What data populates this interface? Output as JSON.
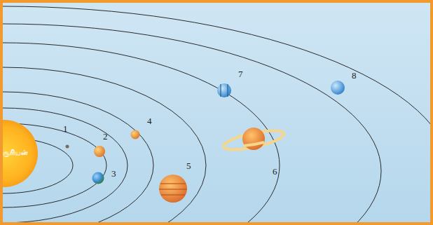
{
  "diagram": {
    "nodes": [
      {
        "text": [
          "சூரியன்"
        ]
      }
    ],
    "labels": [
      "1",
      "2",
      "3",
      "4",
      "5",
      "6",
      "7",
      "8"
    ]
  }
}
